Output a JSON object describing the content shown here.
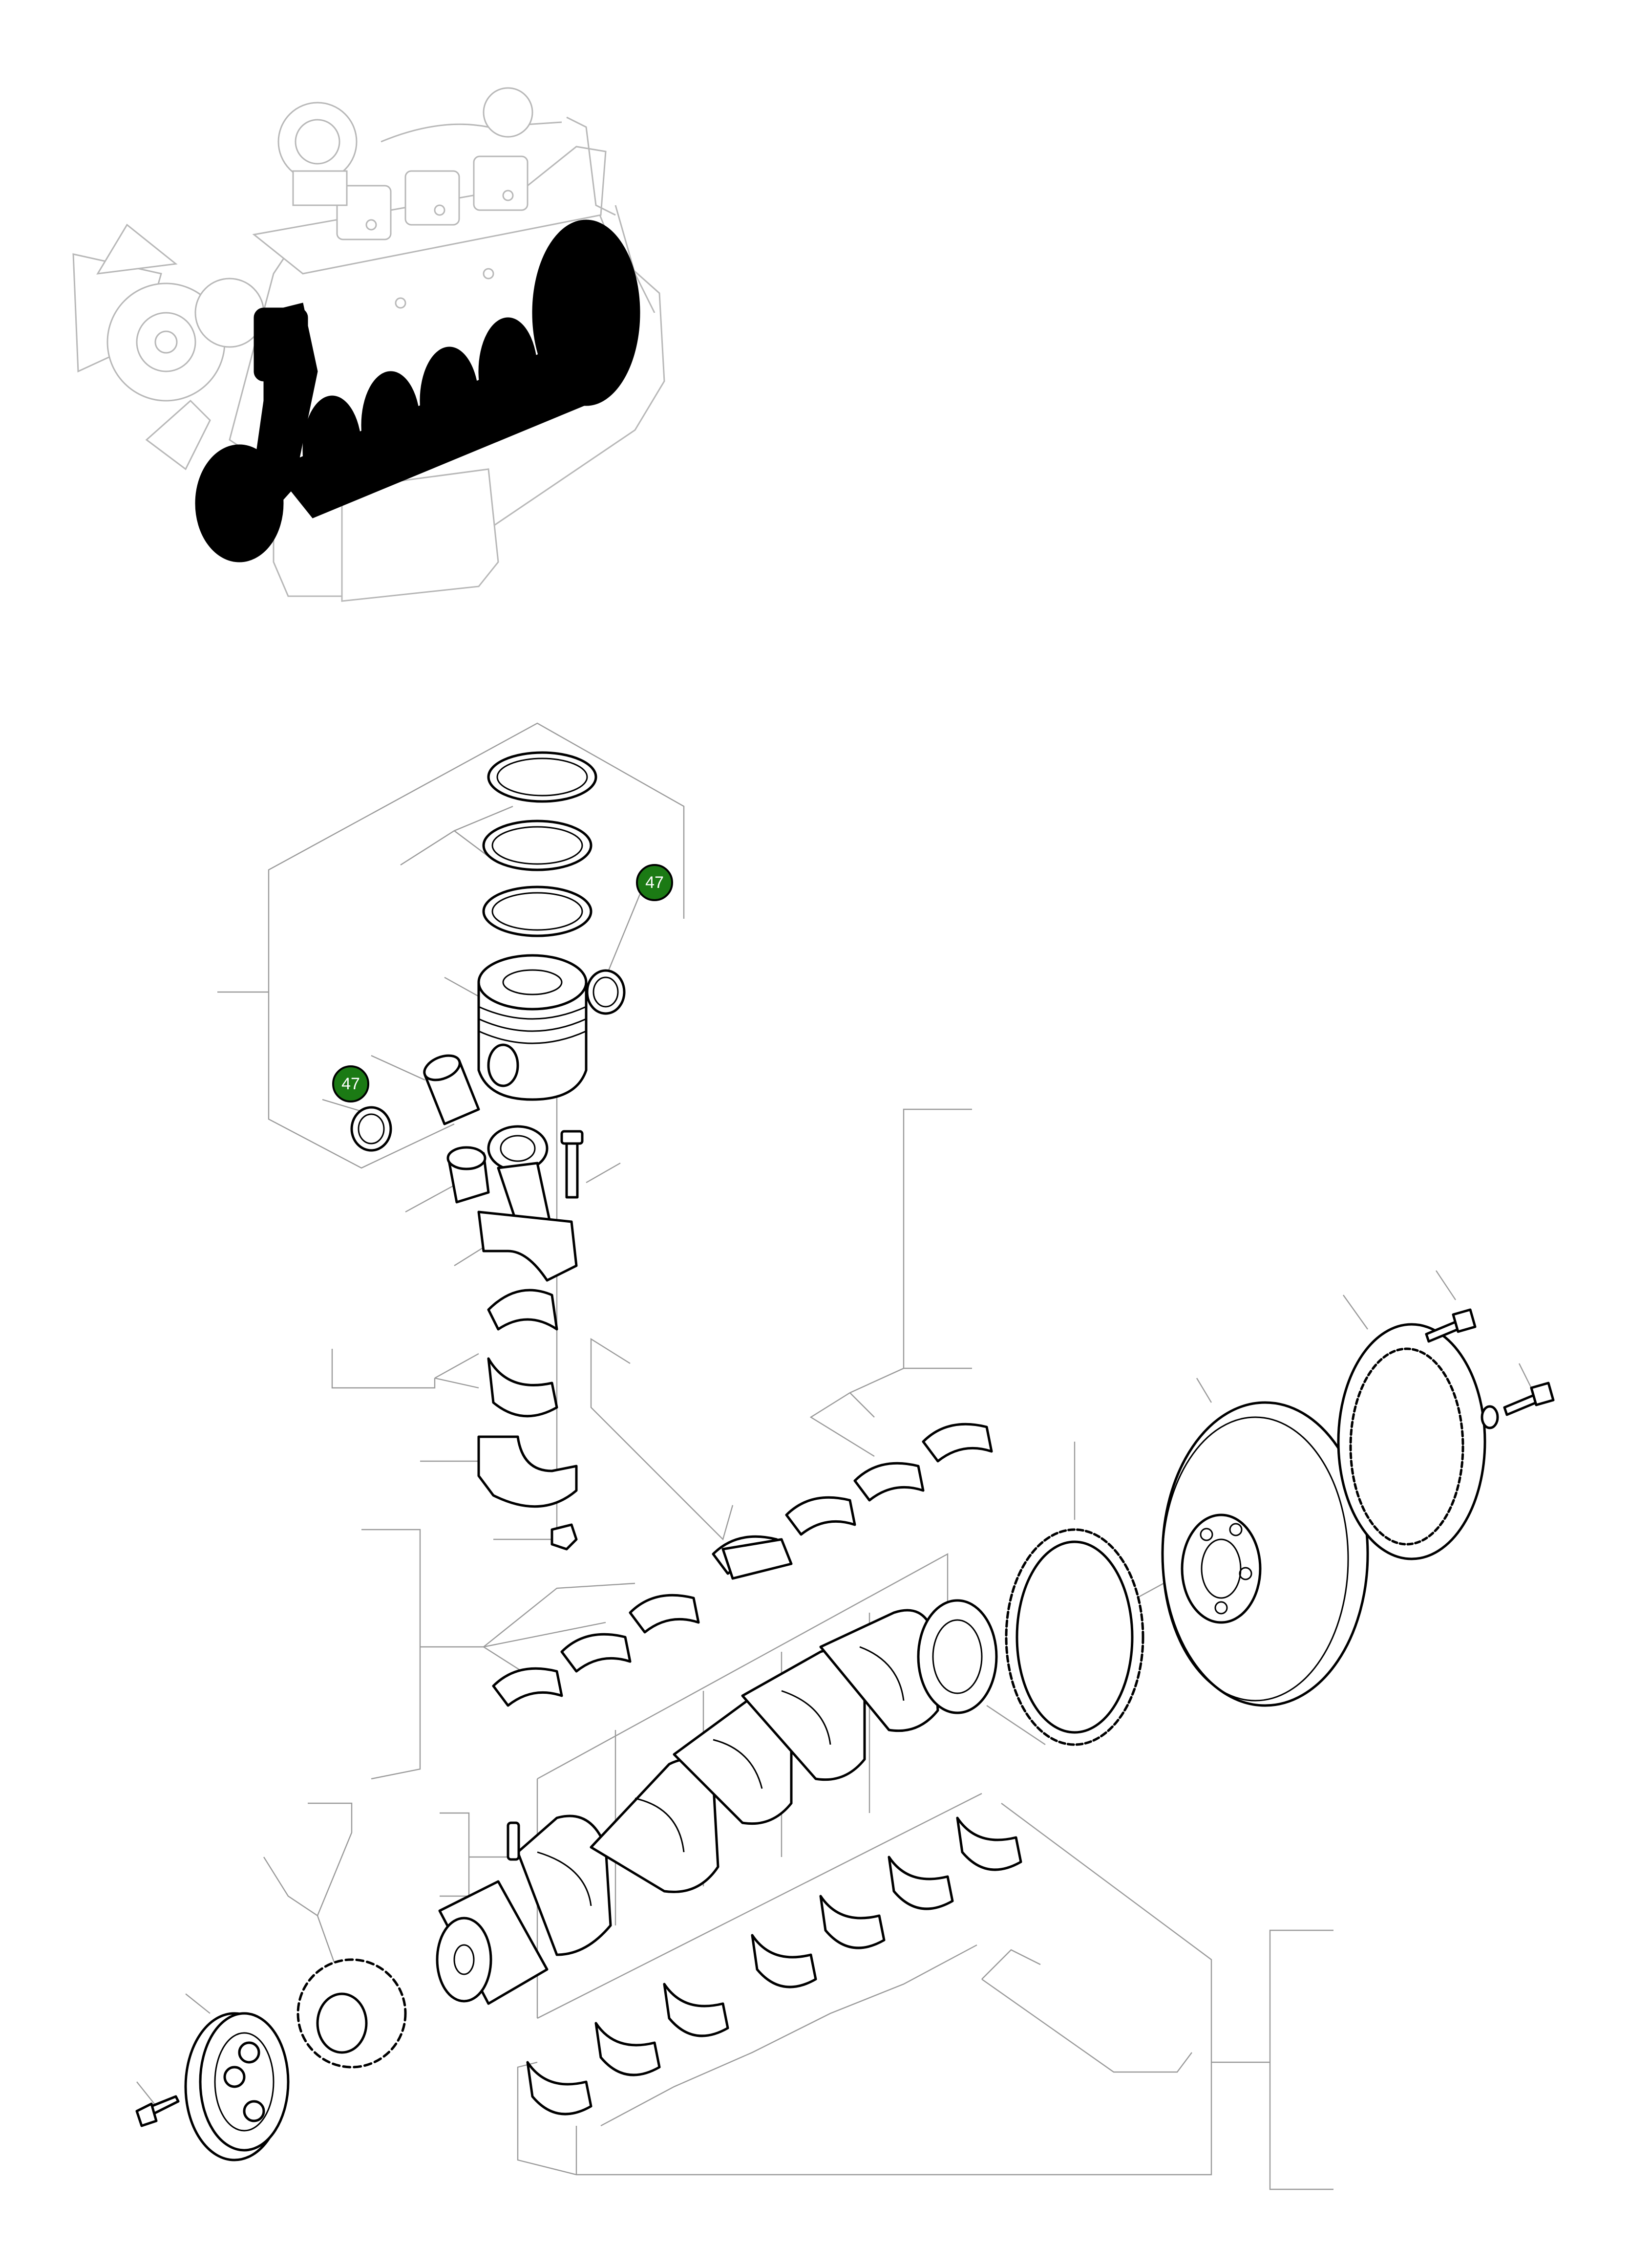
{
  "callouts": [
    {
      "id": "callout-47-upper",
      "label": "47",
      "color": "#1b7a14"
    },
    {
      "id": "callout-47-lower",
      "label": "47",
      "color": "#1b7a14"
    }
  ],
  "colors": {
    "leader_line": "#9a9a9a",
    "part_outline": "#000000",
    "engine_outline": "#b8b8b8",
    "highlight": "#000000"
  }
}
